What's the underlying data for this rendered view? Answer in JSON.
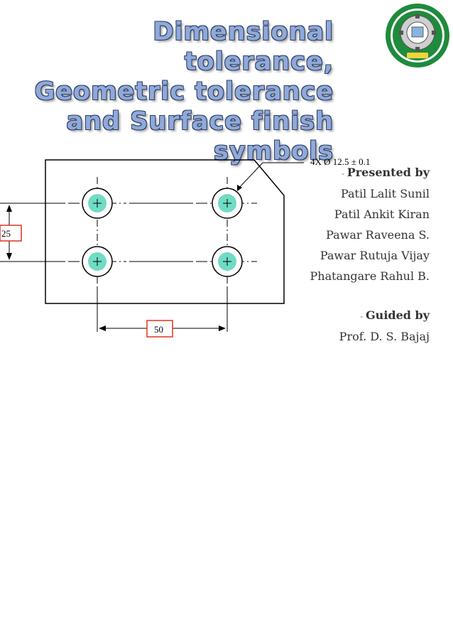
{
  "title": {
    "line1": "Dimensional tolerance,",
    "line2": "Geometric tolerance",
    "line3": "and Surface finish",
    "line4": "symbols"
  },
  "drawing": {
    "callout": "4X Ø 12.5 ± 0.1",
    "dim_vertical": "25",
    "dim_horizontal": "50"
  },
  "presented_by": {
    "dash": "-",
    "label": "Presented by",
    "names": [
      "Patil Lalit Sunil",
      "Patil Ankit Kiran",
      "Pawar Raveena S.",
      "Pawar Rutuja Vijay",
      "Phatangare Rahul B."
    ]
  },
  "guided_by": {
    "dash": "-",
    "label": "Guided by",
    "name": "Prof. D. S. Bajaj"
  },
  "colors": {
    "title_fill": "#8fa9d9",
    "hole_fill": "#6fdcc4",
    "dimension_box": "#e0331f",
    "logo_green": "#1f8b3c"
  }
}
